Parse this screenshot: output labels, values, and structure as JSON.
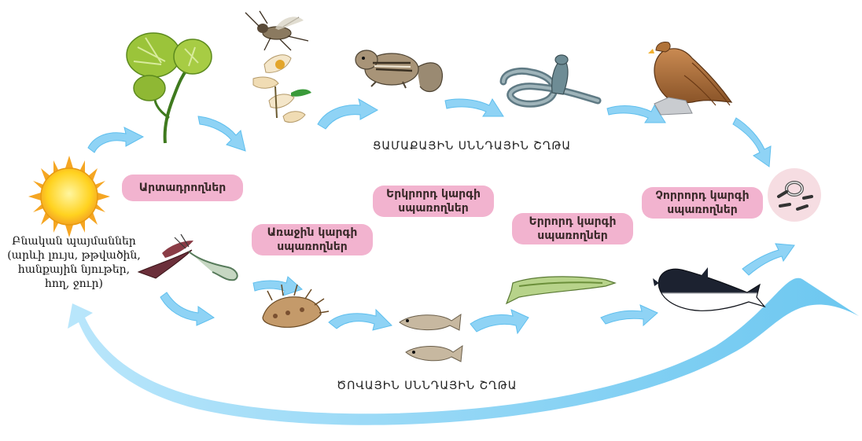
{
  "diagram": {
    "conditions_label": "Բնական պայմաններ\n(արևի լույս, թթվածին,\nհանքային նյութեր,\nհող, ջուր)",
    "land_chain_title": "ՑԱՄԱՔԱՅԻՆ ՍՆՆԴԱՅԻՆ ՇՂԹԱ",
    "sea_chain_title": "ԾՈՎԱՅԻՆ ՍՆՆԴԱՅԻՆ ՇՂԹԱ",
    "levels": {
      "producers": "Արտադրողներ",
      "primary": "Առաջին կարգի\nսպառողներ",
      "secondary": "Երկրորդ կարգի\nսպառողներ",
      "tertiary": "Երրորդ կարգի\nսպառողներ",
      "quaternary": "Չորրորդ կարգի\nսպառողներ"
    },
    "colors": {
      "arrow": "#8fd3f5",
      "arrow_dark": "#5fbfee",
      "pill": "#f2b3cf",
      "sun": "#ffd21f",
      "sun_rays": "#f5a623"
    },
    "organisms": [
      "sun-icon",
      "plant-icon",
      "insect-icon",
      "flower-icon",
      "chipmunk-icon",
      "cobra-icon",
      "eagle-icon",
      "decomposer-icon",
      "seaweed-icon",
      "shell-icon",
      "small-fish-icon",
      "needlefish-icon",
      "dolphin-icon"
    ]
  }
}
